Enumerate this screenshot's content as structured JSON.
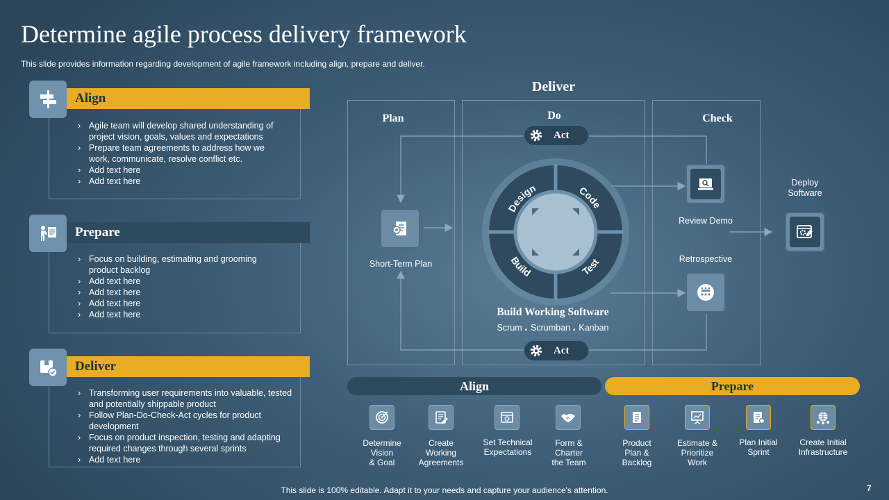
{
  "title": "Determine agile process delivery framework",
  "subtitle": "This slide provides information regarding development of agile framework including align, prepare and deliver.",
  "sections": [
    {
      "heading": "Align",
      "icon": "signpost-icon",
      "bullets": [
        "Agile team will develop shared understanding of project vision, goals, values and expectations",
        "Prepare team agreements to address how we work, communicate, resolve conflict etc.",
        "Add text here",
        "Add text here"
      ]
    },
    {
      "heading": "Prepare",
      "icon": "presenter-icon",
      "bullets": [
        "Focus on building, estimating and grooming product backlog",
        "Add text here",
        "Add text here",
        "Add text here",
        "Add text here"
      ]
    },
    {
      "heading": "Deliver",
      "icon": "package-check-icon",
      "bullets": [
        "Transforming user requirements into valuable, tested and potentially shippable product",
        "Follow Plan-Do-Check-Act cycles for product development",
        "Focus on product inspection, testing and adapting required changes through several sprints",
        "Add text here"
      ]
    }
  ],
  "diagram": {
    "title": "Deliver",
    "columns": {
      "plan": "Plan",
      "do": "Do",
      "check": "Check"
    },
    "act_label": "Act",
    "short_term_plan": "Short-Term Plan",
    "review_demo": "Review Demo",
    "retrospective": "Retrospective",
    "deploy_software": [
      "Deploy",
      "Software"
    ],
    "cycle": [
      "Design",
      "Code",
      "Build",
      "Test"
    ],
    "center_title": "Build Working Software",
    "methods": [
      "Scrum",
      "Scrumban",
      "Kanban"
    ]
  },
  "bottom": {
    "align_label": "Align",
    "prepare_label": "Prepare",
    "align_items": [
      [
        "Determine",
        "Vision",
        "& Goal"
      ],
      [
        "Create",
        "Working",
        "Agreements"
      ],
      [
        "Set Technical",
        "Expectations"
      ],
      [
        "Form &",
        "Charter",
        "the Team"
      ]
    ],
    "prepare_items": [
      [
        "Product",
        "Plan &",
        "Backlog"
      ],
      [
        "Estimate &",
        "Prioritize",
        "Work"
      ],
      [
        "Plan Initial",
        "Sprint"
      ],
      [
        "Create Initial",
        "Infrastructure"
      ]
    ]
  },
  "footer": "This slide is 100% editable. Adapt it to your needs and capture your audience's attention.",
  "page_number": "7",
  "colors": {
    "gold": "#e8ad24",
    "dark_bar": "#2e4a5f",
    "icon_blue": "#6f92ad",
    "ring": "#2f4a5e"
  }
}
